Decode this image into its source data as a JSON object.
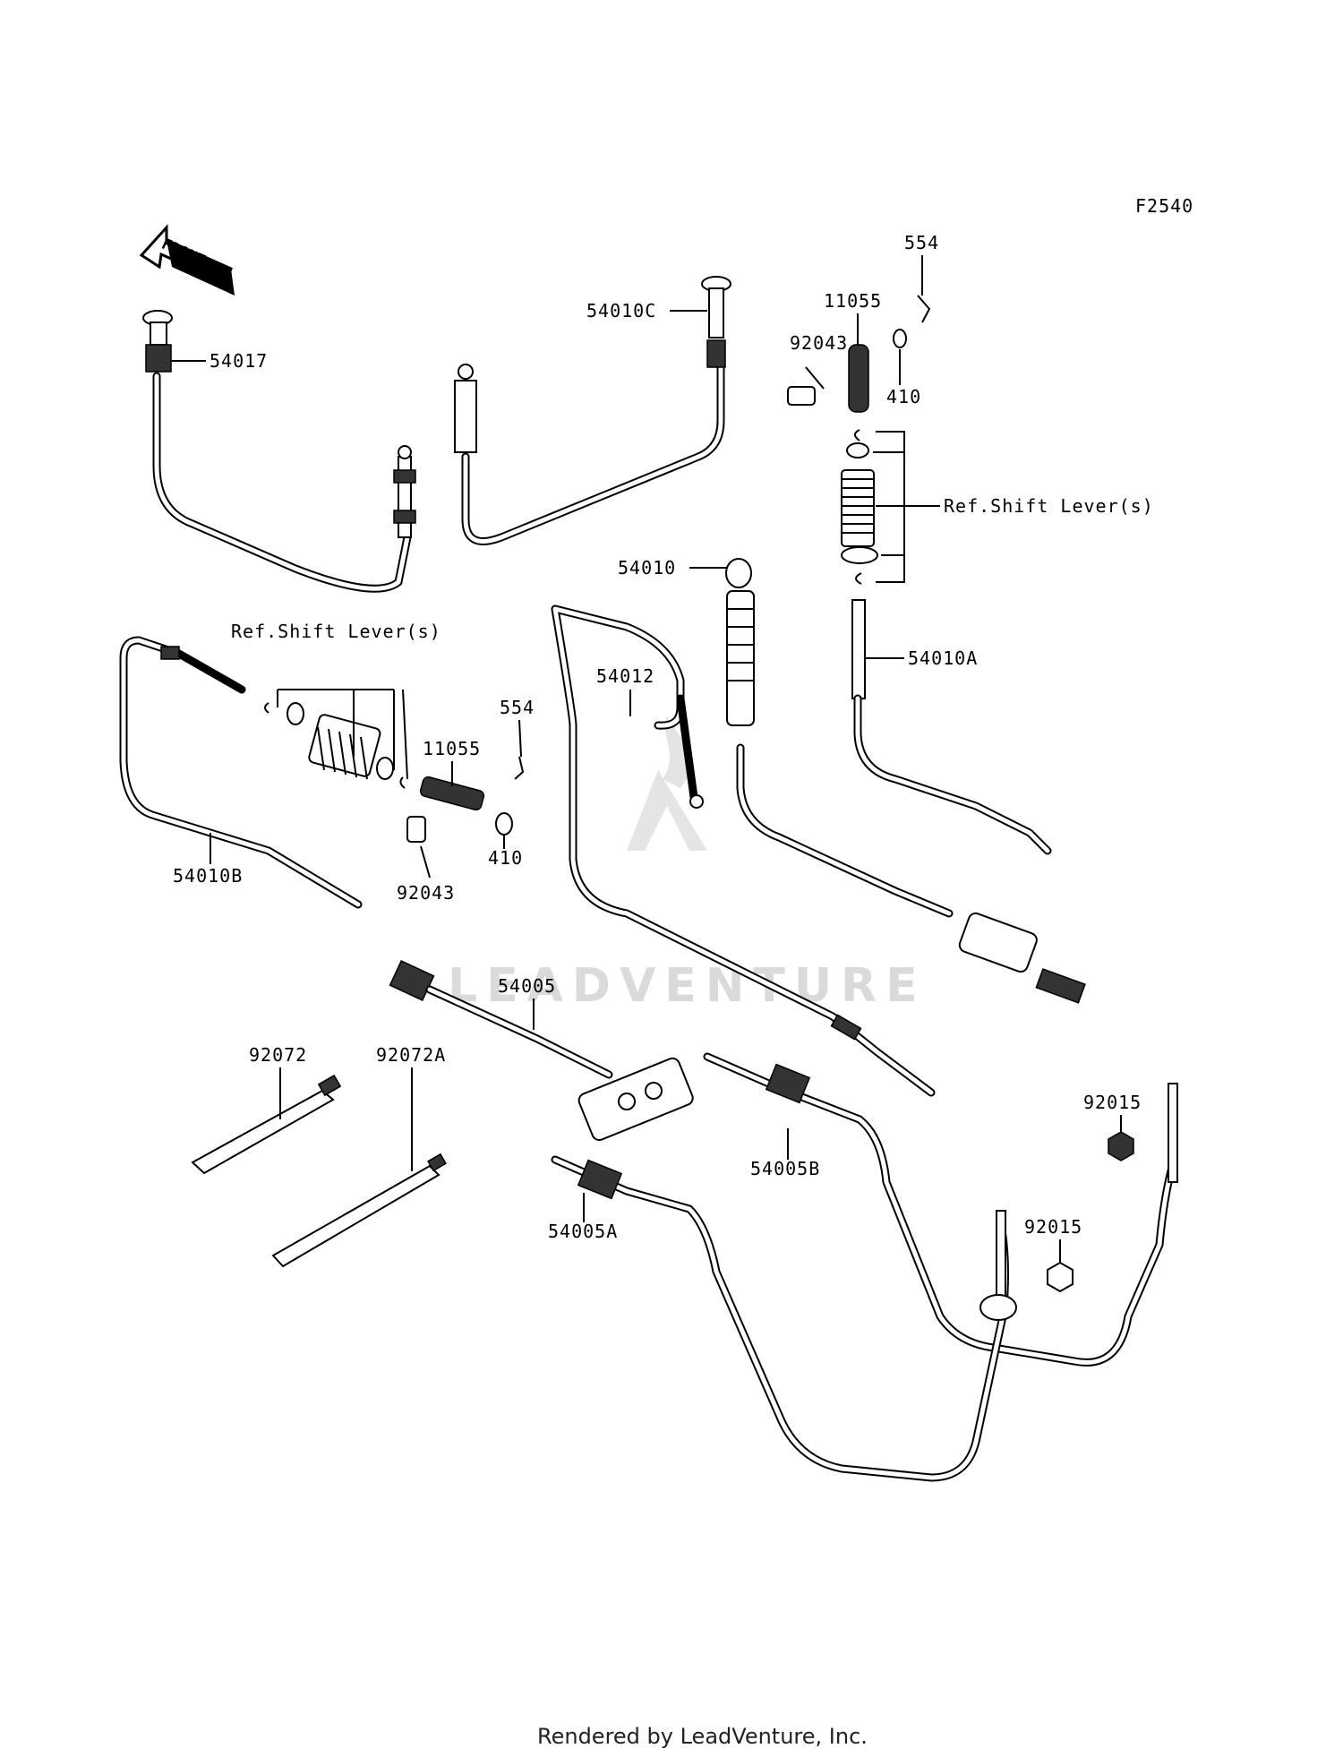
{
  "figure_code": "F2540",
  "front_arrow_text": "FRONT",
  "watermark_text": "LEADVENTURE",
  "callouts": {
    "p54017": "54017",
    "p54010C": "54010C",
    "p554_top": "554",
    "p11055_top": "11055",
    "p92043_top": "92043",
    "p410_top": "410",
    "ref_shift_lever_top": "Ref.Shift Lever(s)",
    "p54010": "54010",
    "p54010A": "54010A",
    "ref_shift_lever_left": "Ref.Shift Lever(s)",
    "p54012": "54012",
    "p554_mid": "554",
    "p11055_mid": "11055",
    "p54010B": "54010B",
    "p410_mid": "410",
    "p92043_mid": "92043",
    "p54005": "54005",
    "p92072": "92072",
    "p92072A": "92072A",
    "p54005B": "54005B",
    "p92015_right": "92015",
    "p92015_left": "92015",
    "p54005A": "54005A"
  },
  "footer_text": "Rendered by LeadVenture, Inc."
}
